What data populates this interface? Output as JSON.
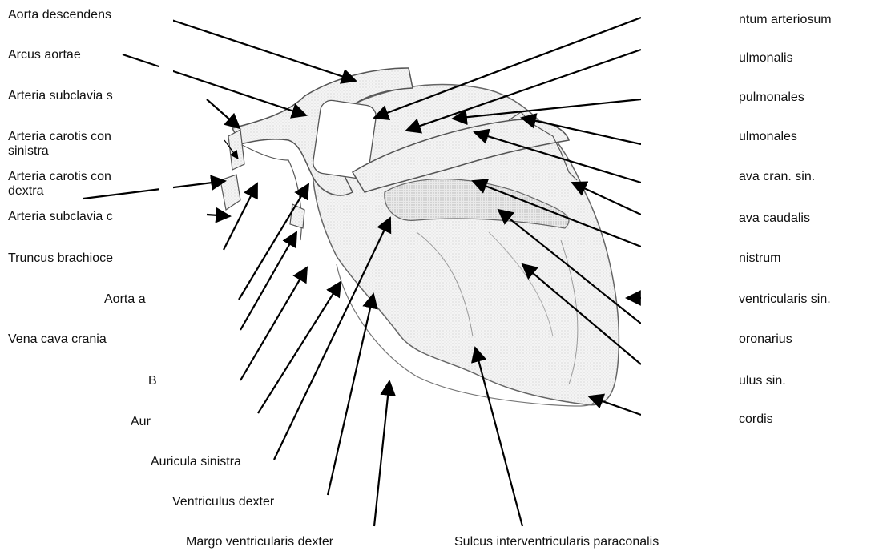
{
  "diagram": {
    "labels_left": [
      {
        "id": "aorta_descendens",
        "text": "Aorta descendens"
      },
      {
        "id": "arcus_aortae",
        "text": "Arcus aortae"
      },
      {
        "id": "a_subclavia_sin",
        "text": "Arteria subclavia s"
      },
      {
        "id": "a_carotis_sin_1",
        "text": "Arteria carotis con"
      },
      {
        "id": "a_carotis_sin_2",
        "text": "sinistra"
      },
      {
        "id": "a_carotis_dex_1",
        "text": "Arteria carotis con"
      },
      {
        "id": "a_carotis_dex_2",
        "text": "dextra"
      },
      {
        "id": "a_subclavia_dex",
        "text": "Arteria subclavia c"
      },
      {
        "id": "truncus",
        "text": "Truncus brachioce"
      },
      {
        "id": "aorta_a",
        "text": "Aorta a"
      },
      {
        "id": "vena_cava_cran",
        "text": "Vena cava crania"
      },
      {
        "id": "b_label",
        "text": "B"
      },
      {
        "id": "aur_label",
        "text": "Aur"
      },
      {
        "id": "auricula_sin",
        "text": "Auricula sinistra"
      },
      {
        "id": "ventriculus_dexter",
        "text": "Ventriculus dexter"
      },
      {
        "id": "margo_dexter",
        "text": "Margo ventricularis dexter"
      },
      {
        "id": "sulcus",
        "text": "Sulcus interventricularis paraconalis"
      }
    ],
    "labels_right": [
      {
        "id": "lig_arteriosum",
        "text": "ntum arteriosum"
      },
      {
        "id": "pulmonalis_1",
        "text": "ulmonalis"
      },
      {
        "id": "pulmonales_1",
        "text": "pulmonales"
      },
      {
        "id": "pulmonales_2",
        "text": "ulmonales"
      },
      {
        "id": "cava_cran_sin",
        "text": "ava cran. sin."
      },
      {
        "id": "cava_caudalis",
        "text": "ava caudalis"
      },
      {
        "id": "nistrum",
        "text": "nistrum"
      },
      {
        "id": "ventricularis_sin",
        "text": "ventricularis sin."
      },
      {
        "id": "coronarius",
        "text": "oronarius"
      },
      {
        "id": "culus_sin",
        "text": "ulus sin."
      },
      {
        "id": "cordis",
        "text": "cordis"
      }
    ]
  }
}
